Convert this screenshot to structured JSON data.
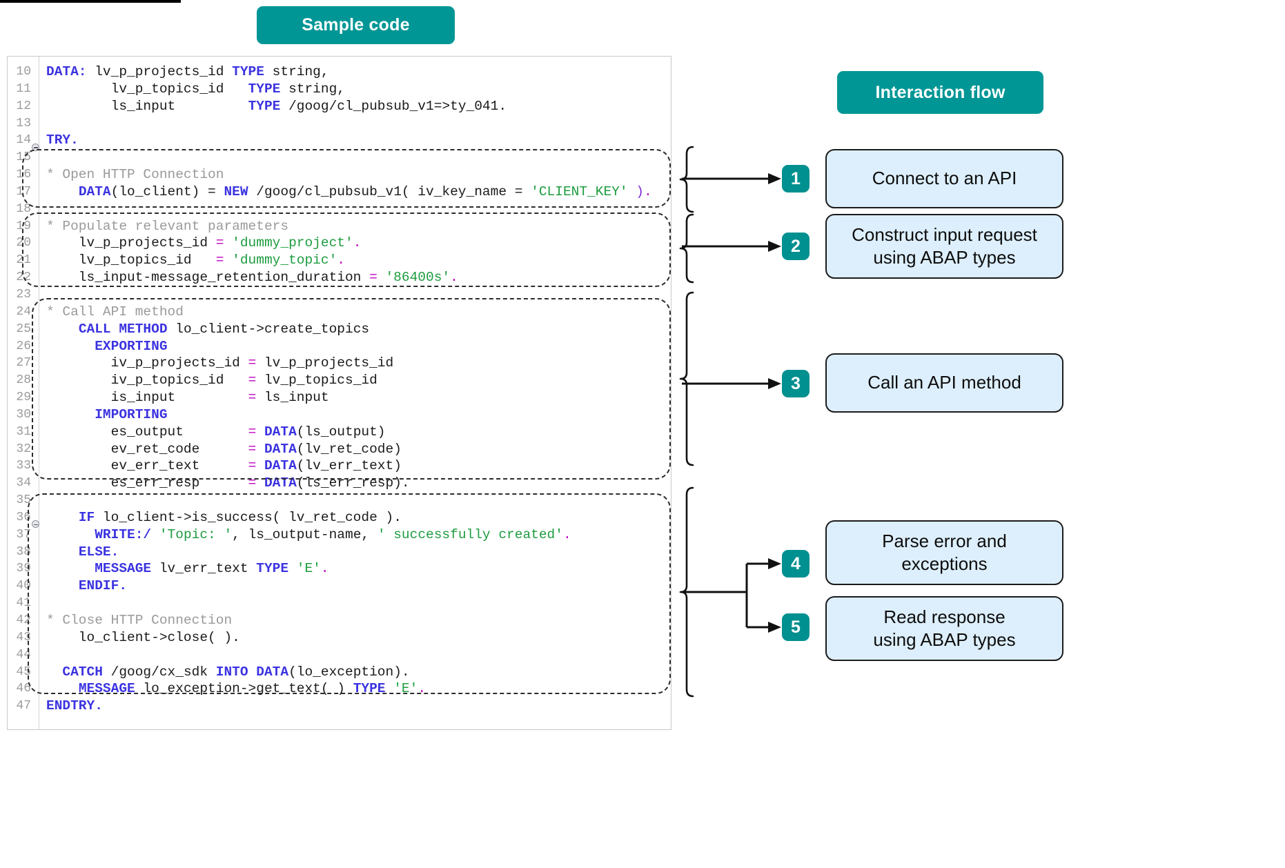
{
  "top_rule": {
    "present": true
  },
  "headers": {
    "sample_code": "Sample code",
    "interaction_flow": "Interaction flow"
  },
  "colors": {
    "teal": "#009695",
    "step_badge": "#00908f",
    "flow_box_fill": "#ddeffc",
    "flow_box_border": "#1b1b1b",
    "keyword": "#3b33e0",
    "string": "#1d9c3f",
    "comment": "#9a9a9a",
    "operator": "#7b2fd6"
  },
  "code": {
    "language": "ABAP",
    "lines": [
      {
        "n": "10",
        "fold": false,
        "tokens": [
          {
            "t": "DATA:",
            "c": "kw"
          },
          {
            "t": " lv_p_projects_id ",
            "c": "id"
          },
          {
            "t": "TYPE",
            "c": "kw"
          },
          {
            "t": " string,",
            "c": "id"
          }
        ]
      },
      {
        "n": "11",
        "fold": false,
        "tokens": [
          {
            "t": "        lv_p_topics_id   ",
            "c": "id"
          },
          {
            "t": "TYPE",
            "c": "kw"
          },
          {
            "t": " string,",
            "c": "id"
          }
        ]
      },
      {
        "n": "12",
        "fold": false,
        "tokens": [
          {
            "t": "        ls_input         ",
            "c": "id"
          },
          {
            "t": "TYPE",
            "c": "kw"
          },
          {
            "t": " /goog/cl_pubsub_v1=>ty_041.",
            "c": "id"
          }
        ]
      },
      {
        "n": "13",
        "fold": false,
        "tokens": []
      },
      {
        "n": "14",
        "fold": true,
        "tokens": [
          {
            "t": "TRY.",
            "c": "kw"
          }
        ]
      },
      {
        "n": "15",
        "fold": false,
        "tokens": []
      },
      {
        "n": "16",
        "fold": false,
        "tokens": [
          {
            "t": "* Open HTTP Connection",
            "c": "cmt"
          }
        ]
      },
      {
        "n": "17",
        "fold": false,
        "tokens": [
          {
            "t": "    ",
            "c": "id"
          },
          {
            "t": "DATA",
            "c": "kw"
          },
          {
            "t": "(lo_client) = ",
            "c": "id"
          },
          {
            "t": "NEW",
            "c": "kw"
          },
          {
            "t": " /goog/cl_pubsub_v1( iv_key_name = ",
            "c": "id"
          },
          {
            "t": "'CLIENT_KEY'",
            "c": "str"
          },
          {
            "t": " )",
            "c": "op"
          },
          {
            "t": ".",
            "c": "pl"
          }
        ]
      },
      {
        "n": "18",
        "fold": false,
        "tokens": []
      },
      {
        "n": "19",
        "fold": false,
        "tokens": [
          {
            "t": "* Populate relevant parameters",
            "c": "cmt"
          }
        ]
      },
      {
        "n": "20",
        "fold": false,
        "tokens": [
          {
            "t": "    lv_p_projects_id ",
            "c": "id"
          },
          {
            "t": "=",
            "c": "pl"
          },
          {
            "t": " ",
            "c": "id"
          },
          {
            "t": "'dummy_project'",
            "c": "str"
          },
          {
            "t": ".",
            "c": "pl"
          }
        ]
      },
      {
        "n": "21",
        "fold": false,
        "tokens": [
          {
            "t": "    lv_p_topics_id   ",
            "c": "id"
          },
          {
            "t": "=",
            "c": "pl"
          },
          {
            "t": " ",
            "c": "id"
          },
          {
            "t": "'dummy_topic'",
            "c": "str"
          },
          {
            "t": ".",
            "c": "pl"
          }
        ]
      },
      {
        "n": "22",
        "fold": false,
        "tokens": [
          {
            "t": "    ls_input-message_retention_duration ",
            "c": "id"
          },
          {
            "t": "=",
            "c": "pl"
          },
          {
            "t": " ",
            "c": "id"
          },
          {
            "t": "'86400s'",
            "c": "str"
          },
          {
            "t": ".",
            "c": "pl"
          }
        ]
      },
      {
        "n": "23",
        "fold": false,
        "tokens": []
      },
      {
        "n": "24",
        "fold": false,
        "tokens": [
          {
            "t": "* Call API method",
            "c": "cmt"
          }
        ]
      },
      {
        "n": "25",
        "fold": false,
        "tokens": [
          {
            "t": "    ",
            "c": "id"
          },
          {
            "t": "CALL METHOD",
            "c": "kw"
          },
          {
            "t": " lo_client->create_topics",
            "c": "id"
          }
        ]
      },
      {
        "n": "26",
        "fold": false,
        "tokens": [
          {
            "t": "      ",
            "c": "id"
          },
          {
            "t": "EXPORTING",
            "c": "kw"
          }
        ]
      },
      {
        "n": "27",
        "fold": false,
        "tokens": [
          {
            "t": "        iv_p_projects_id ",
            "c": "id"
          },
          {
            "t": "=",
            "c": "pl"
          },
          {
            "t": " lv_p_projects_id",
            "c": "id"
          }
        ]
      },
      {
        "n": "28",
        "fold": false,
        "tokens": [
          {
            "t": "        iv_p_topics_id   ",
            "c": "id"
          },
          {
            "t": "=",
            "c": "pl"
          },
          {
            "t": " lv_p_topics_id",
            "c": "id"
          }
        ]
      },
      {
        "n": "29",
        "fold": false,
        "tokens": [
          {
            "t": "        is_input         ",
            "c": "id"
          },
          {
            "t": "=",
            "c": "pl"
          },
          {
            "t": " ls_input",
            "c": "id"
          }
        ]
      },
      {
        "n": "30",
        "fold": false,
        "tokens": [
          {
            "t": "      ",
            "c": "id"
          },
          {
            "t": "IMPORTING",
            "c": "kw"
          }
        ]
      },
      {
        "n": "31",
        "fold": false,
        "tokens": [
          {
            "t": "        es_output        ",
            "c": "id"
          },
          {
            "t": "=",
            "c": "pl"
          },
          {
            "t": " ",
            "c": "id"
          },
          {
            "t": "DATA",
            "c": "kw"
          },
          {
            "t": "(ls_output)",
            "c": "id"
          }
        ]
      },
      {
        "n": "32",
        "fold": false,
        "tokens": [
          {
            "t": "        ev_ret_code      ",
            "c": "id"
          },
          {
            "t": "=",
            "c": "pl"
          },
          {
            "t": " ",
            "c": "id"
          },
          {
            "t": "DATA",
            "c": "kw"
          },
          {
            "t": "(lv_ret_code)",
            "c": "id"
          }
        ]
      },
      {
        "n": "33",
        "fold": false,
        "tokens": [
          {
            "t": "        ev_err_text      ",
            "c": "id"
          },
          {
            "t": "=",
            "c": "pl"
          },
          {
            "t": " ",
            "c": "id"
          },
          {
            "t": "DATA",
            "c": "kw"
          },
          {
            "t": "(lv_err_text)",
            "c": "id"
          }
        ]
      },
      {
        "n": "34",
        "fold": false,
        "tokens": [
          {
            "t": "        es_err_resp      ",
            "c": "id"
          },
          {
            "t": "=",
            "c": "pl"
          },
          {
            "t": " ",
            "c": "id"
          },
          {
            "t": "DATA",
            "c": "kw"
          },
          {
            "t": "(ls_err_resp).",
            "c": "id"
          }
        ]
      },
      {
        "n": "35",
        "fold": false,
        "tokens": []
      },
      {
        "n": "36",
        "fold": true,
        "tokens": [
          {
            "t": "    ",
            "c": "id"
          },
          {
            "t": "IF",
            "c": "kw"
          },
          {
            "t": " lo_client->is_success( lv_ret_code ).",
            "c": "id"
          }
        ]
      },
      {
        "n": "37",
        "fold": false,
        "tokens": [
          {
            "t": "      ",
            "c": "id"
          },
          {
            "t": "WRITE:/",
            "c": "kw"
          },
          {
            "t": " ",
            "c": "id"
          },
          {
            "t": "'Topic: '",
            "c": "str"
          },
          {
            "t": ", ls_output-name, ",
            "c": "id"
          },
          {
            "t": "' successfully created'",
            "c": "str"
          },
          {
            "t": ".",
            "c": "pl"
          }
        ]
      },
      {
        "n": "38",
        "fold": false,
        "tokens": [
          {
            "t": "    ",
            "c": "id"
          },
          {
            "t": "ELSE.",
            "c": "kw"
          }
        ]
      },
      {
        "n": "39",
        "fold": false,
        "tokens": [
          {
            "t": "      ",
            "c": "id"
          },
          {
            "t": "MESSAGE",
            "c": "kw"
          },
          {
            "t": " lv_err_text ",
            "c": "id"
          },
          {
            "t": "TYPE",
            "c": "kw"
          },
          {
            "t": " ",
            "c": "id"
          },
          {
            "t": "'E'",
            "c": "str"
          },
          {
            "t": ".",
            "c": "pl"
          }
        ]
      },
      {
        "n": "40",
        "fold": false,
        "tokens": [
          {
            "t": "    ",
            "c": "id"
          },
          {
            "t": "ENDIF.",
            "c": "kw"
          }
        ]
      },
      {
        "n": "41",
        "fold": false,
        "tokens": []
      },
      {
        "n": "42",
        "fold": false,
        "tokens": [
          {
            "t": "* Close HTTP Connection",
            "c": "cmt"
          }
        ]
      },
      {
        "n": "43",
        "fold": false,
        "tokens": [
          {
            "t": "    lo_client->close( ).",
            "c": "id"
          }
        ]
      },
      {
        "n": "44",
        "fold": false,
        "tokens": []
      },
      {
        "n": "45",
        "fold": false,
        "tokens": [
          {
            "t": "  ",
            "c": "id"
          },
          {
            "t": "CATCH",
            "c": "kw"
          },
          {
            "t": " /goog/cx_sdk ",
            "c": "id"
          },
          {
            "t": "INTO",
            "c": "kw"
          },
          {
            "t": " ",
            "c": "id"
          },
          {
            "t": "DATA",
            "c": "kw"
          },
          {
            "t": "(lo_exception).",
            "c": "id"
          }
        ]
      },
      {
        "n": "46",
        "fold": false,
        "tokens": [
          {
            "t": "    ",
            "c": "id"
          },
          {
            "t": "MESSAGE",
            "c": "kw"
          },
          {
            "t": " lo_exception->get_text( ) ",
            "c": "id"
          },
          {
            "t": "TYPE",
            "c": "kw"
          },
          {
            "t": " ",
            "c": "id"
          },
          {
            "t": "'E'",
            "c": "str"
          },
          {
            "t": ".",
            "c": "pl"
          }
        ]
      },
      {
        "n": "47",
        "fold": false,
        "tokens": [
          {
            "t": "ENDTRY.",
            "c": "kw"
          }
        ]
      }
    ]
  },
  "flow": {
    "steps": [
      {
        "num": "1",
        "label": "Connect to an API"
      },
      {
        "num": "2",
        "label": "Construct input request\nusing ABAP types"
      },
      {
        "num": "3",
        "label": "Call an API method"
      },
      {
        "num": "4",
        "label": "Parse error and\nexceptions"
      },
      {
        "num": "5",
        "label": "Read response\nusing ABAP types"
      }
    ]
  }
}
